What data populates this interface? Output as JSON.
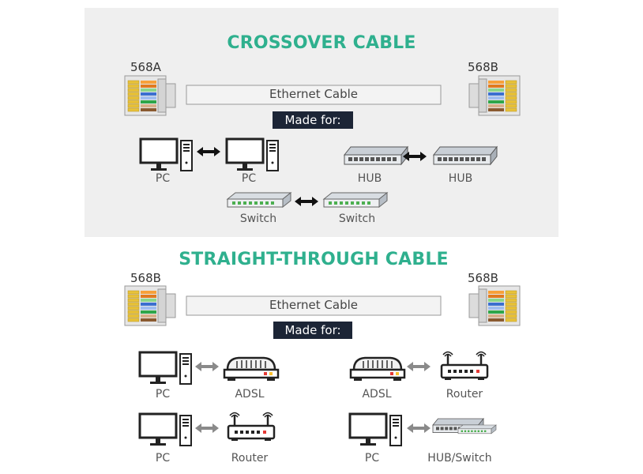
{
  "crossover": {
    "title": "CROSSOVER CABLE",
    "left_standard": "568A",
    "right_standard": "568B",
    "cable_label": "Ethernet Cable",
    "made_for": "Made for:",
    "devices": {
      "pc_a": "PC",
      "pc_b": "PC",
      "hub_a": "HUB",
      "hub_b": "HUB",
      "switch_a": "Switch",
      "switch_b": "Switch"
    }
  },
  "straight": {
    "title": "STRAIGHT-THROUGH CABLE",
    "left_standard": "568B",
    "right_standard": "568B",
    "cable_label": "Ethernet Cable",
    "made_for": "Made for:",
    "devices": {
      "pc_1": "PC",
      "adsl_1": "ADSL",
      "adsl_2": "ADSL",
      "router_1": "Router",
      "pc_2": "PC",
      "router_2": "Router",
      "pc_3": "PC",
      "hub_switch": "HUB/Switch"
    }
  },
  "colors": {
    "title": "#2fb08e",
    "made_for_bg": "#1c2536",
    "panel_bg": "#efefef"
  }
}
